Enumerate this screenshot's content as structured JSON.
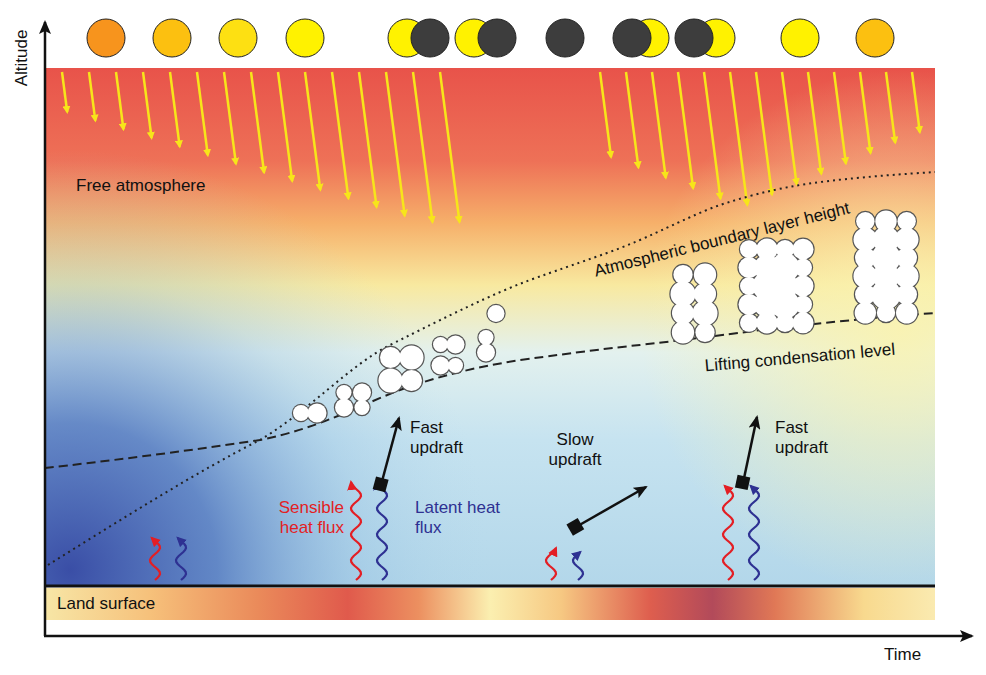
{
  "diagram": {
    "nodes": [
      {
        "text": [
          "Land surface"
        ]
      }
    ],
    "labels": [
      "Altitude",
      "Time",
      "Free atmosphere",
      "Atmospheric boundary layer height",
      "Lifting condensation level",
      "Fast updraft",
      "Sensible heat flux",
      "Latent heat flux",
      "Slow updraft",
      "Fast updraft"
    ]
  }
}
